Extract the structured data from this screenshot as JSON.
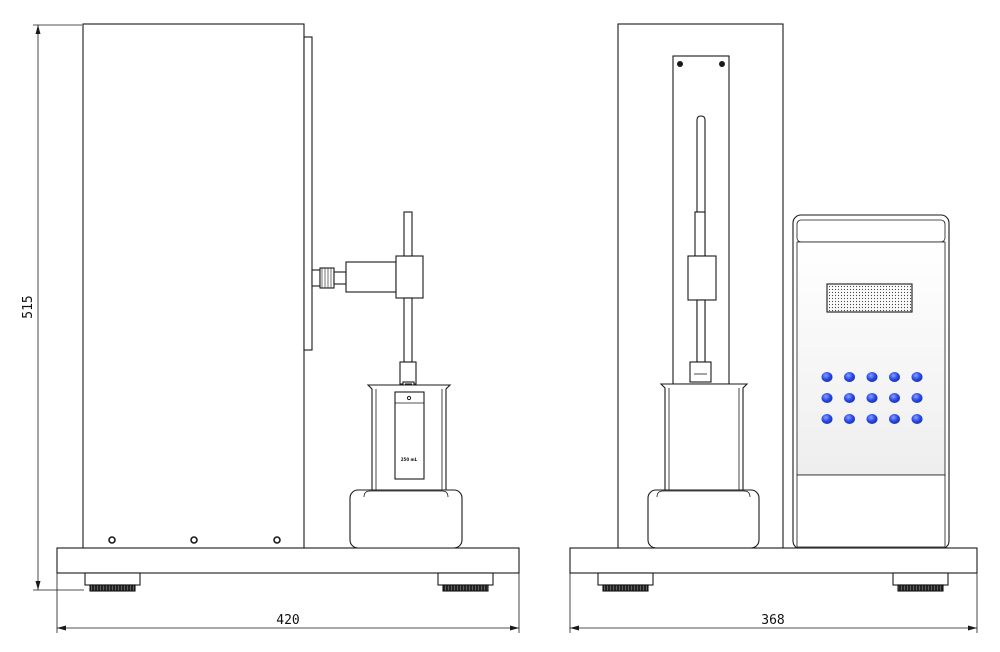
{
  "dimensions": {
    "height": "515",
    "width_side_view": "420",
    "width_front_view": "368"
  },
  "beaker_label": "250 mL",
  "colors": {
    "line": "#1a1a1a",
    "panel_fill": "#f7f7f7",
    "button_blue": "#2a49e6"
  },
  "control_panel": {
    "button_rows": 3,
    "button_cols": 5
  }
}
